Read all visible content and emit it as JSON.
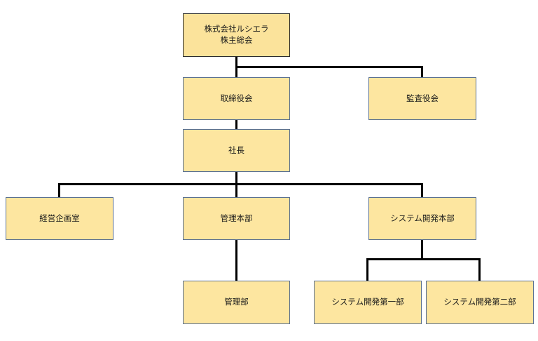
{
  "colors": {
    "box_fill": "#fde6a0",
    "box_border": "#5a7090",
    "connector": "#000000",
    "background": "#ffffff"
  },
  "nodes": {
    "shareholders": {
      "line1": "株式会社ルシエラ",
      "line2": "株主総会"
    },
    "board": "取締役会",
    "auditors": "監査役会",
    "president": "社長",
    "corp_planning": "経営企画室",
    "admin_hq": "管理本部",
    "system_hq": "システム開発本部",
    "admin_dept": "管理部",
    "system_dept1": "システム開発第一部",
    "system_dept2": "システム開発第二部"
  }
}
